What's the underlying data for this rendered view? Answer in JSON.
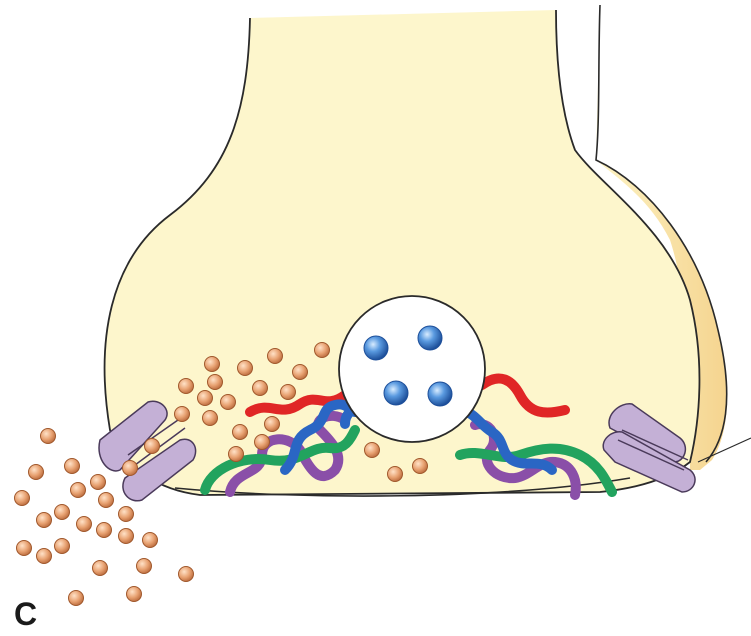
{
  "figure": {
    "panel_label": "C"
  },
  "colors": {
    "terminal_fill": "#fdf6cc",
    "terminal_shade": "#f7dd9a",
    "outline": "#2a2a2a",
    "vesicle_fill": "#ffffff",
    "ion_blue": "#3d7fc9",
    "particle": "#e8a272",
    "particle_edge": "#a0582c",
    "channel": "#c4b0d6",
    "channel_edge": "#4a3a5a",
    "protein_red": "#e02626",
    "protein_blue": "#2a66c4",
    "protein_purple": "#8a4fa8",
    "protein_green": "#22a35e"
  },
  "elements": {
    "vesicle": {
      "content_count": 4
    },
    "channels": {
      "count": 2
    },
    "protein_strands": [
      "red",
      "blue",
      "purple",
      "green"
    ]
  }
}
